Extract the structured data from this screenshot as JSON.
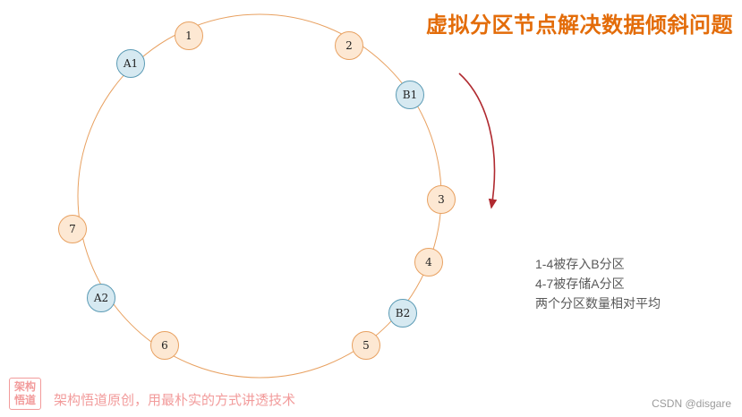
{
  "title": "虚拟分区节点解决数据倾斜问题",
  "ring": {
    "nodes": [
      {
        "label": "1",
        "type": "partition"
      },
      {
        "label": "A1",
        "type": "virtual"
      },
      {
        "label": "2",
        "type": "partition"
      },
      {
        "label": "B1",
        "type": "virtual"
      },
      {
        "label": "3",
        "type": "partition"
      },
      {
        "label": "4",
        "type": "partition"
      },
      {
        "label": "B2",
        "type": "virtual"
      },
      {
        "label": "5",
        "type": "partition"
      },
      {
        "label": "6",
        "type": "partition"
      },
      {
        "label": "A2",
        "type": "virtual"
      },
      {
        "label": "7",
        "type": "partition"
      }
    ]
  },
  "annotation": {
    "lines": [
      "1-4被存入B分区",
      "4-7被存储A分区",
      "两个分区数量相对平均"
    ]
  },
  "footer": {
    "logo_line1": "架构",
    "logo_line2": "悟道",
    "tagline": "架构悟道原创，用最朴实的方式讲透技术",
    "watermark": "CSDN @disgare"
  },
  "colors": {
    "title": "#e36c09",
    "ring": "#e8a161",
    "orange_fill": "#fde8d3",
    "orange_stroke": "#e8a161",
    "blue_fill": "#d6e9f1",
    "blue_stroke": "#5b9bb5",
    "arrow": "#b02a30",
    "annotation": "#595959",
    "tagline": "#f29b9b",
    "watermark": "#9b9b9b"
  }
}
